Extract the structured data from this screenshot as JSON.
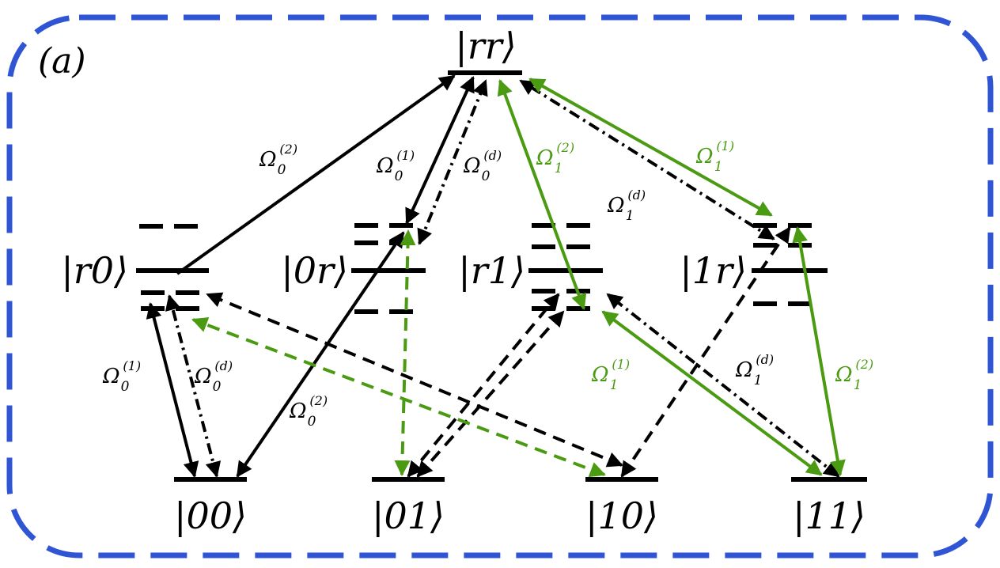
{
  "panel_label": "(a)",
  "colors": {
    "frame": "#2f55d4",
    "black": "#000000",
    "green": "#4a9a12"
  },
  "states": {
    "rr": "|rr⟩",
    "r0": "|r0⟩",
    "zr": "|0r⟩",
    "r1": "|r1⟩",
    "or": "|1r⟩",
    "s00": "|00⟩",
    "s01": "|01⟩",
    "s10": "|10⟩",
    "s11": "|11⟩"
  },
  "rabi": {
    "symbol": "Ω",
    "sub0": "0",
    "sub1": "1",
    "sup1": "(1)",
    "sup2": "(2)",
    "supd": "(d)"
  },
  "line_styles": {
    "drive_1": "solid",
    "drive_2": "solid",
    "detuned_d": "dash-dot",
    "detuned": "dashed"
  }
}
